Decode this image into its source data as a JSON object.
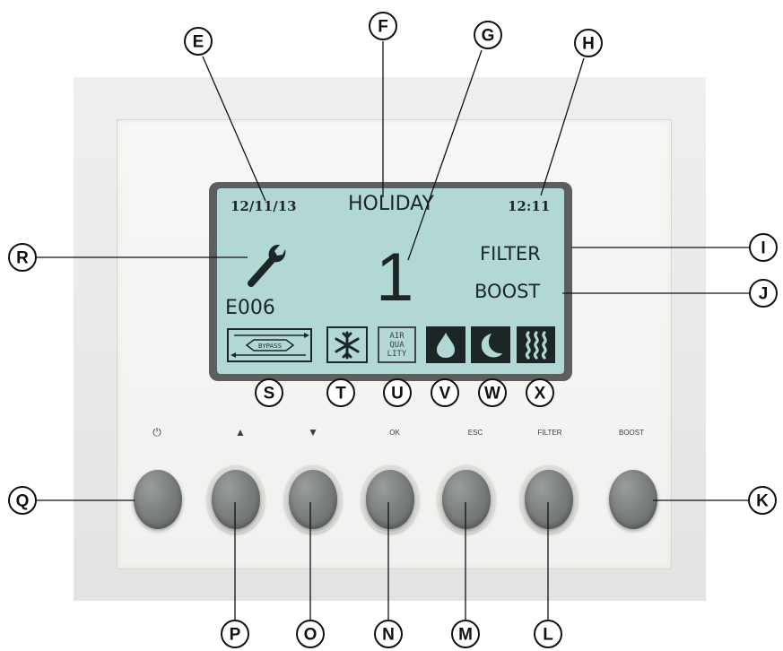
{
  "display": {
    "date": "12/11/13",
    "mode": "HOLIDAY",
    "time": "12:11",
    "fan_speed": "1",
    "filter": "FILTER",
    "boost": "BOOST",
    "error_code": "E006",
    "bypass_icon_text": "BYPASS",
    "air_quality_text": [
      "AIR",
      "QUA",
      "LITY"
    ]
  },
  "icons": {
    "service": "wrench-icon",
    "bypass": "bypass-icon",
    "frost": "snowflake-icon",
    "air_quality": "air-quality-icon",
    "humidity": "water-drop-icon",
    "night": "moon-icon",
    "heating": "heater-icon"
  },
  "buttons": [
    {
      "label": "⏻",
      "name": "power"
    },
    {
      "label": "▲",
      "name": "up"
    },
    {
      "label": "▼",
      "name": "down"
    },
    {
      "label": "OK",
      "name": "ok"
    },
    {
      "label": "ESC",
      "name": "esc"
    },
    {
      "label": "FILTER",
      "name": "filter"
    },
    {
      "label": "BOOST",
      "name": "boost"
    }
  ],
  "callouts": {
    "E": "E",
    "F": "F",
    "G": "G",
    "H": "H",
    "I": "I",
    "J": "J",
    "K": "K",
    "L": "L",
    "M": "M",
    "N": "N",
    "O": "O",
    "P": "P",
    "Q": "Q",
    "R": "R",
    "S": "S",
    "T": "T",
    "U": "U",
    "V": "V",
    "W": "W",
    "X": "X"
  },
  "colors": {
    "lcd": "#b2d8d6",
    "lcd_ink": "#1c2626",
    "button": "#7d8081",
    "faceplate": "#ececea"
  }
}
